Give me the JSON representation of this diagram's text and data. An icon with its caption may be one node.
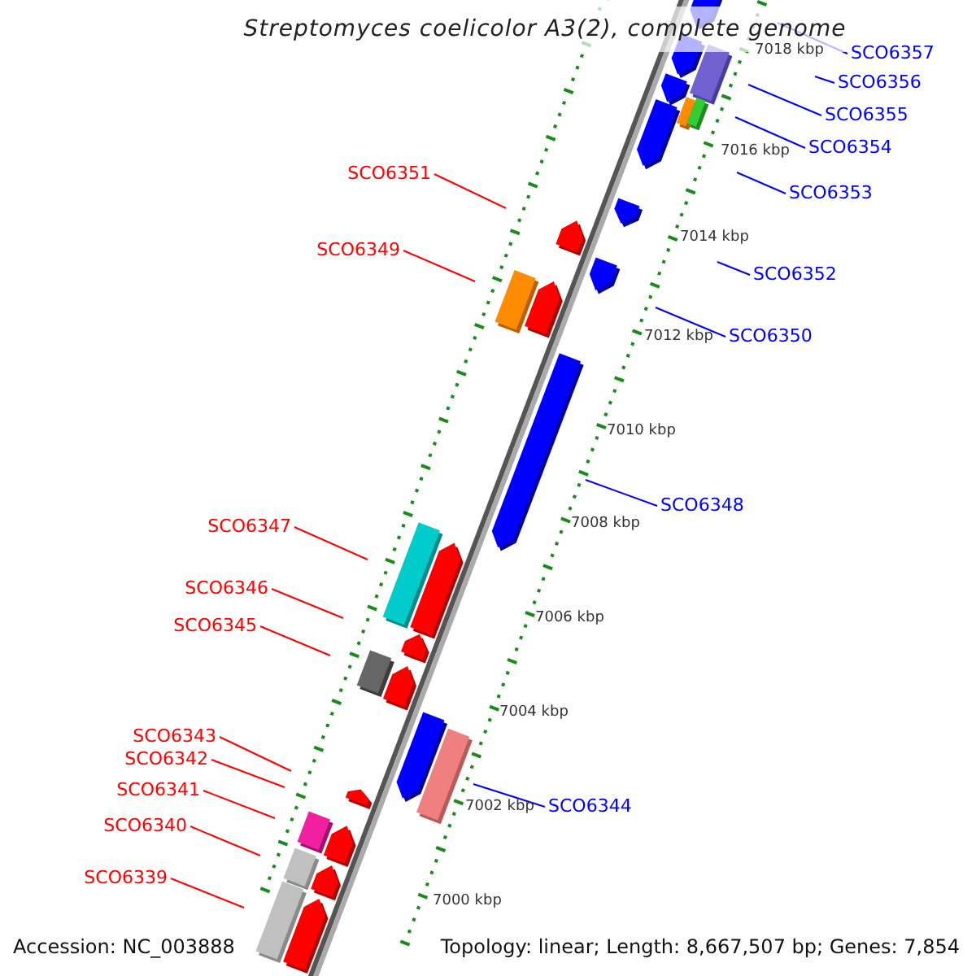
{
  "diagram": {
    "title": "Streptomyces coelicolor A3(2), complete genome",
    "nodes": [
      {
        "text": [
          "SCO6357"
        ]
      },
      {
        "text": [
          "SCO6356"
        ]
      },
      {
        "text": [
          "SCO6355"
        ]
      },
      {
        "text": [
          "SCO6354"
        ]
      },
      {
        "text": [
          "SCO6351"
        ]
      },
      {
        "text": [
          "SCO6353"
        ]
      },
      {
        "text": [
          "SCO6349"
        ]
      },
      {
        "text": [
          "SCO6352"
        ]
      },
      {
        "text": [
          "SCO6350"
        ]
      },
      {
        "text": [
          "SCO6348"
        ]
      },
      {
        "text": [
          "SCO6347"
        ]
      },
      {
        "text": [
          "SCO6346"
        ]
      },
      {
        "text": [
          "SCO6345"
        ]
      },
      {
        "text": [
          "SCO6343"
        ]
      },
      {
        "text": [
          "SCO6342"
        ]
      },
      {
        "text": [
          "SCO6341"
        ]
      },
      {
        "text": [
          "SCO6344"
        ]
      },
      {
        "text": [
          "SCO6340"
        ]
      },
      {
        "text": [
          "SCO6339"
        ]
      }
    ],
    "edges": [
      {
        "from": 0,
        "to": null,
        "arrow": "none",
        "color": "#0000ff"
      },
      {
        "from": 1,
        "to": null,
        "arrow": "none",
        "color": "#0000ff"
      },
      {
        "from": 2,
        "to": null,
        "arrow": "none",
        "color": "#0000ff"
      },
      {
        "from": 3,
        "to": null,
        "arrow": "none",
        "color": "#0000ff"
      },
      {
        "from": 4,
        "to": null,
        "arrow": "none"
      },
      {
        "from": 5,
        "to": null,
        "arrow": "none",
        "color": "#0000ff"
      },
      {
        "from": 6,
        "to": null,
        "arrow": "none"
      },
      {
        "from": 7,
        "to": null,
        "arrow": "none",
        "color": "#0000ff"
      },
      {
        "from": 8,
        "to": null,
        "arrow": "none",
        "color": "#0000ff"
      },
      {
        "from": 9,
        "to": null,
        "arrow": "none",
        "color": "#0000ff"
      },
      {
        "from": 10,
        "to": null,
        "arrow": "none"
      },
      {
        "from": 11,
        "to": null,
        "arrow": "none"
      },
      {
        "from": 12,
        "to": null,
        "arrow": "none"
      },
      {
        "from": 13,
        "to": null,
        "arrow": "none"
      },
      {
        "from": 14,
        "to": null,
        "arrow": "none"
      },
      {
        "from": 15,
        "to": null,
        "arrow": "none"
      },
      {
        "from": 16,
        "to": null,
        "arrow": "none",
        "color": "#0000ff"
      },
      {
        "from": 17,
        "to": null,
        "arrow": "none"
      },
      {
        "from": 18,
        "to": null,
        "arrow": "none"
      }
    ],
    "labels": [
      "7018 kbp",
      "7016 kbp",
      "7014 kbp",
      "7012 kbp",
      "7010 kbp",
      "7008 kbp",
      "7006 kbp",
      "7004 kbp",
      "7002 kbp",
      "7000 kbp",
      "Accession: NC_003888",
      "Topology: linear; Length: 8,667,507 bp; Genes: 7,854"
    ]
  }
}
